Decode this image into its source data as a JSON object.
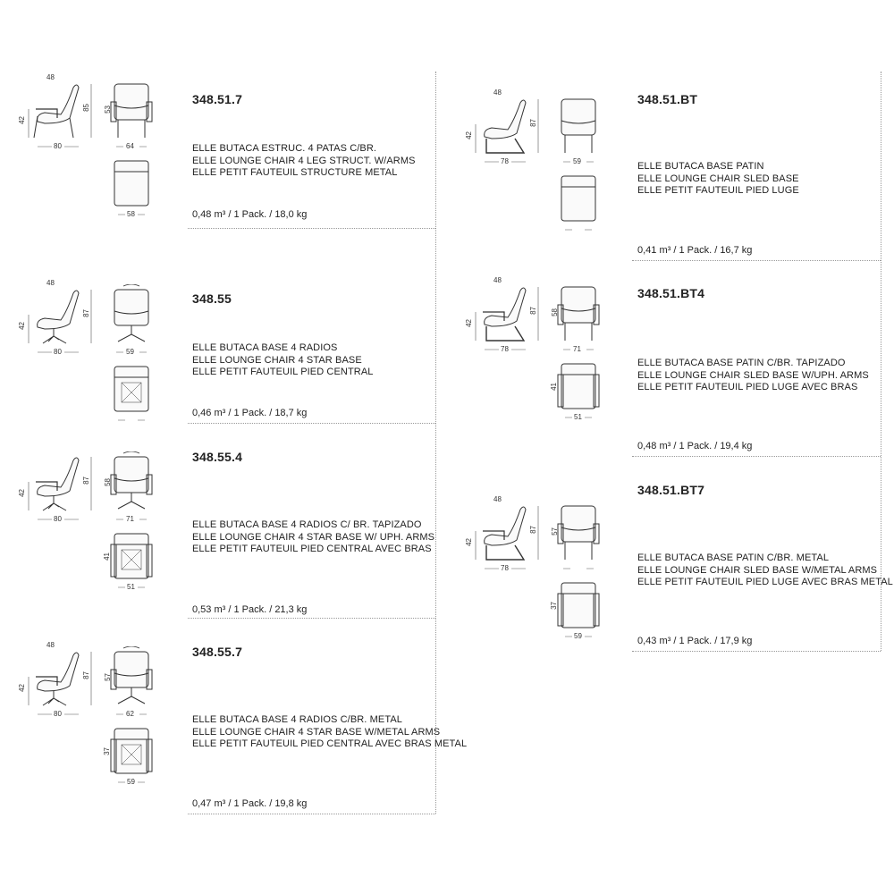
{
  "products": [
    {
      "code": "348.51.7",
      "lines": [
        "ELLE BUTACA ESTRUC. 4 PATAS C/BR.",
        "ELLE LOUNGE CHAIR 4 LEG STRUCT. W/ARMS",
        "ELLE PETIT FAUTEUIL STRUCTURE METAL"
      ],
      "pack": "0,48 m³ / 1 Pack. / 18,0 kg",
      "dims": {
        "seat_depth": "48",
        "seat_height": "42",
        "total_height": "85",
        "depth": "80",
        "arm_height": "53",
        "width": "64",
        "top_arm": "",
        "top_width": "58"
      },
      "base": "legs",
      "swivel": false
    },
    {
      "code": "348.55",
      "lines": [
        "ELLE BUTACA BASE 4 RADIOS",
        "ELLE LOUNGE CHAIR 4 STAR BASE",
        "ELLE PETIT FAUTEUIL PIED CENTRAL"
      ],
      "pack": "0,46 m³ / 1 Pack. / 18,7 kg",
      "dims": {
        "seat_depth": "48",
        "seat_height": "42",
        "total_height": "87",
        "depth": "80",
        "arm_height": "",
        "width": "59",
        "top_arm": "",
        "top_width": ""
      },
      "base": "star",
      "swivel": true
    },
    {
      "code": "348.55.4",
      "lines": [
        "ELLE BUTACA BASE 4 RADIOS C/ BR. TAPIZADO",
        "ELLE LOUNGE CHAIR 4 STAR BASE W/ UPH. ARMS",
        "ELLE PETIT FAUTEUIL PIED CENTRAL AVEC BRAS"
      ],
      "pack": "0,53 m³ / 1 Pack. / 21,3 kg",
      "dims": {
        "seat_depth": "",
        "seat_height": "42",
        "total_height": "87",
        "depth": "80",
        "arm_height": "58",
        "width": "71",
        "top_arm": "41",
        "top_width": "51"
      },
      "base": "star",
      "swivel": true
    },
    {
      "code": "348.55.7",
      "lines": [
        "ELLE BUTACA BASE 4 RADIOS C/BR. METAL",
        "ELLE LOUNGE CHAIR 4 STAR BASE W/METAL ARMS",
        "ELLE PETIT FAUTEUIL PIED CENTRAL AVEC BRAS METAL"
      ],
      "pack": "0,47 m³ / 1 Pack. / 19,8 kg",
      "dims": {
        "seat_depth": "48",
        "seat_height": "42",
        "total_height": "87",
        "depth": "80",
        "arm_height": "57",
        "width": "62",
        "top_arm": "37",
        "top_width": "59"
      },
      "base": "star",
      "swivel": true
    },
    {
      "code": "348.51.BT",
      "lines": [
        "ELLE BUTACA BASE PATIN",
        "ELLE LOUNGE CHAIR SLED BASE",
        "ELLE PETIT FAUTEUIL PIED LUGE"
      ],
      "pack": "0,41 m³ / 1 Pack. / 16,7 kg",
      "dims": {
        "seat_depth": "48",
        "seat_height": "42",
        "total_height": "87",
        "depth": "78",
        "arm_height": "",
        "width": "59",
        "top_arm": "",
        "top_width": ""
      },
      "base": "sled",
      "swivel": false
    },
    {
      "code": "348.51.BT4",
      "lines": [
        "ELLE BUTACA BASE PATIN C/BR. TAPIZADO",
        "ELLE LOUNGE CHAIR SLED BASE W/UPH. ARMS",
        "ELLE PETIT FAUTEUIL PIED LUGE AVEC BRAS"
      ],
      "pack": "0,48 m³ / 1 Pack. / 19,4 kg",
      "dims": {
        "seat_depth": "48",
        "seat_height": "42",
        "total_height": "87",
        "depth": "78",
        "arm_height": "58",
        "width": "71",
        "top_arm": "41",
        "top_width": "51"
      },
      "base": "sled",
      "swivel": false
    },
    {
      "code": "348.51.BT7",
      "lines": [
        "ELLE BUTACA BASE PATIN C/BR. METAL",
        "ELLE LOUNGE CHAIR SLED BASE W/METAL ARMS",
        "ELLE PETIT FAUTEUIL PIED LUGE AVEC BRAS METAL"
      ],
      "pack": "0,43 m³ / 1 Pack. / 17,9 kg",
      "dims": {
        "seat_depth": "48",
        "seat_height": "42",
        "total_height": "87",
        "depth": "78",
        "arm_height": "57",
        "width": "",
        "top_arm": "37",
        "top_width": "59"
      },
      "base": "sled",
      "swivel": false
    }
  ]
}
